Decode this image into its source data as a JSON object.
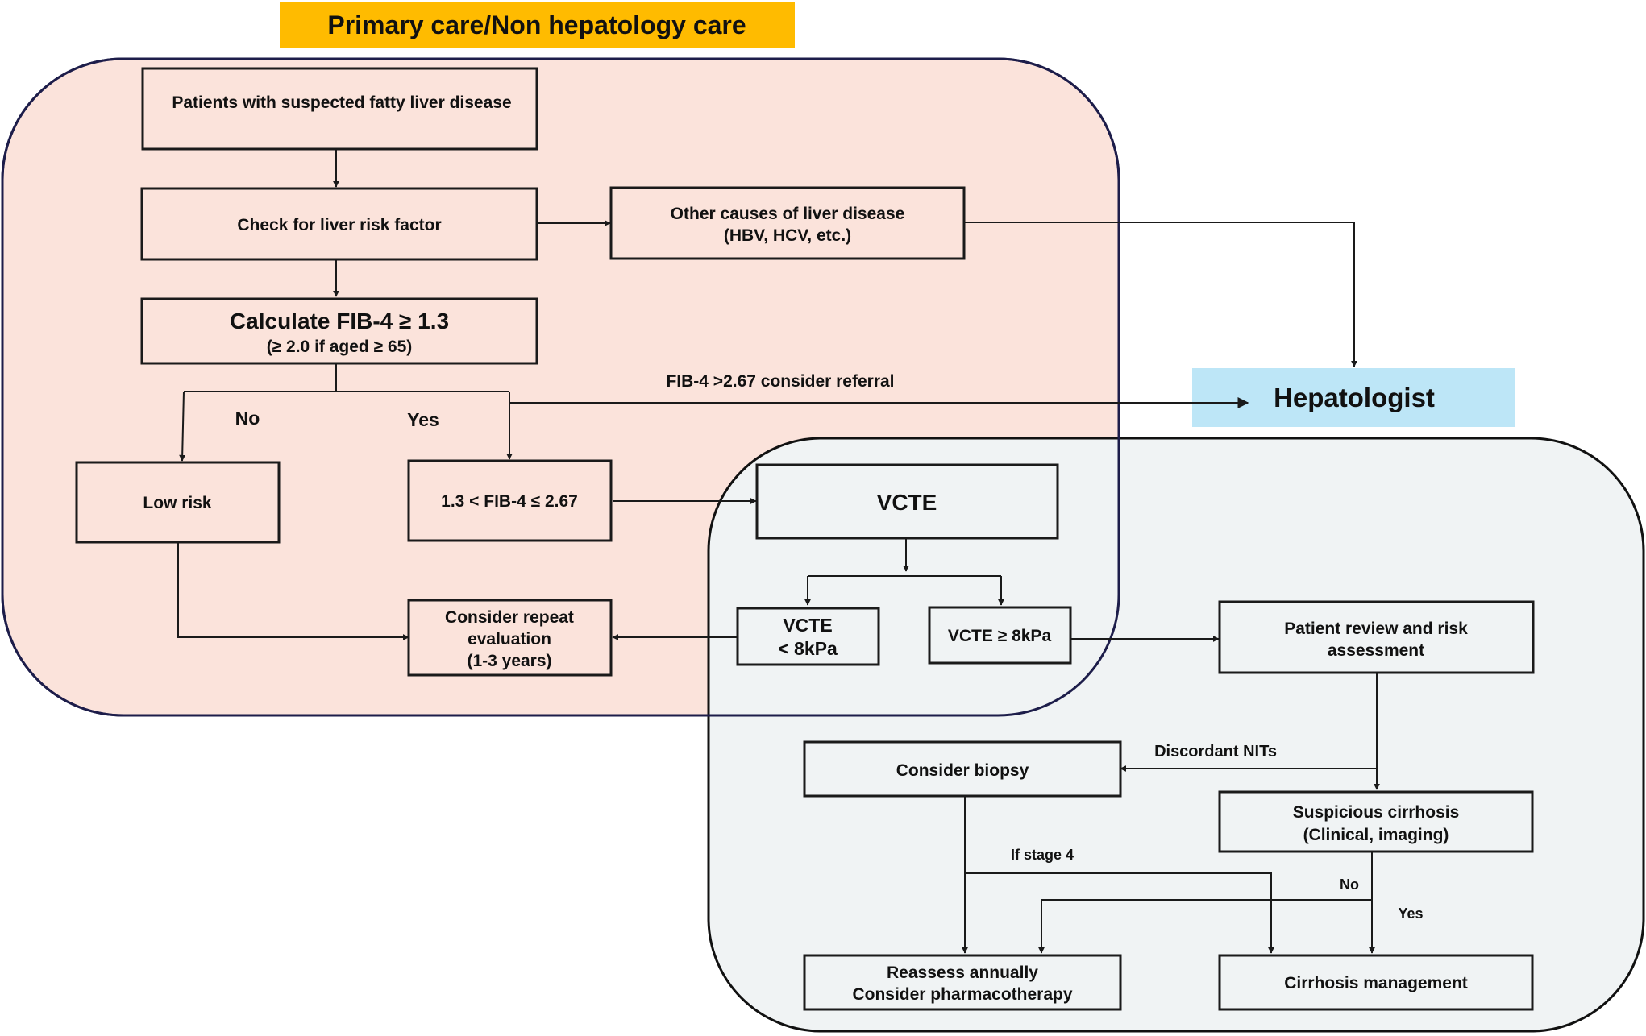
{
  "colors": {
    "primary_region_fill": "#fbe3db",
    "primary_region_stroke": "#1d1d4a",
    "hepatology_region_fill": "#f0f3f4",
    "hepatology_region_stroke": "#111111",
    "header_fill": "#ffbb00",
    "hepatologist_fill": "#bde6f7",
    "line": "#1a1a1a",
    "text": "#111111"
  },
  "header": {
    "title": "Primary care/Non hepatology care"
  },
  "hepatologist": {
    "label": "Hepatologist"
  },
  "boxes": {
    "suspected": "Patients with suspected fatty liver disease",
    "risk_factor": "Check for liver risk factor",
    "other_causes_line1": "Other causes of liver disease",
    "other_causes_line2": "(HBV, HCV, etc.)",
    "fib4_line1": "Calculate FIB-4 ≥ 1.3",
    "fib4_line2": "(≥ 2.0 if aged ≥ 65)",
    "low_risk": "Low risk",
    "fib4_range": "1.3 < FIB-4 ≤ 2.67",
    "vcte": "VCTE",
    "vcte_low_line1": "VCTE",
    "vcte_low_line2": "< 8kPa",
    "vcte_high": "VCTE ≥ 8kPa",
    "repeat_line1": "Consider repeat",
    "repeat_line2": "evaluation",
    "repeat_line3": "(1-3 years)",
    "review_line1": "Patient review and risk",
    "review_line2": "assessment",
    "biopsy": "Consider biopsy",
    "suspicious_line1": "Suspicious cirrhosis",
    "suspicious_line2": "(Clinical, imaging)",
    "reassess_line1": "Reassess annually",
    "reassess_line2": "Consider pharmacotherapy",
    "cirrhosis_mgmt": "Cirrhosis management"
  },
  "labels": {
    "no_left": "No",
    "yes_left": "Yes",
    "referral": "FIB-4 >2.67 consider referral",
    "discordant": "Discordant NITs",
    "if_stage4": "If stage 4",
    "no_right": "No",
    "yes_right": "Yes"
  }
}
